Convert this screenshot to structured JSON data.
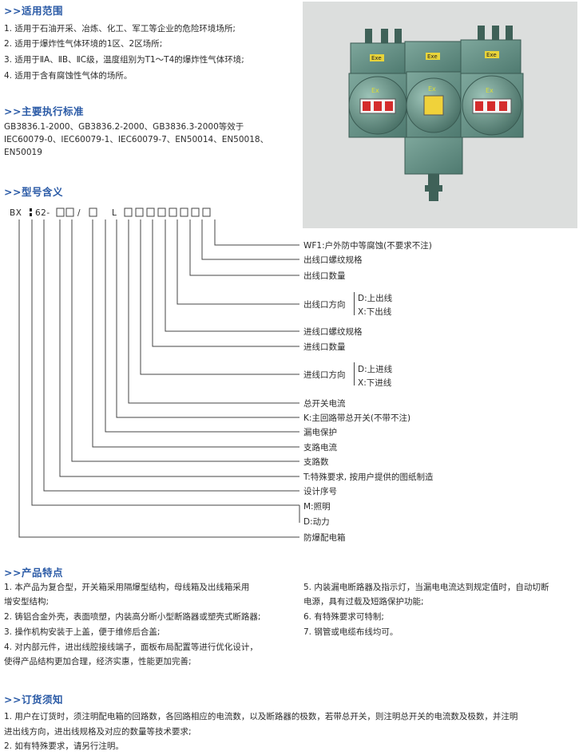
{
  "scope": {
    "heading": ">>适用范围",
    "items": [
      "1. 适用于石油开采、冶炼、化工、军工等企业的危险环境场所;",
      "2. 适用于爆炸性气体环境的1区、2区场所;",
      "3. 适用于ⅡA、ⅡB、ⅡC级，温度组别为T1～T4的爆炸性气体环境;",
      "4. 适用于含有腐蚀性气体的场所。"
    ]
  },
  "standards": {
    "heading": ">>主要执行标准",
    "lines": [
      "GB3836.1-2000、GB3836.2-2000、GB3836.3-2000等效于",
      "IEC60079-0、IEC60079-1、IEC60079-7、EN50014、EN50018、",
      "EN50019"
    ]
  },
  "model": {
    "heading": ">>型号含义",
    "code_bx": "BX",
    "code_62": "62-",
    "code_slash": "/",
    "code_l": "L",
    "labels": {
      "wf1": "WF1:户外防中等腐蚀(不要求不注)",
      "out_thread": "出线口螺纹规格",
      "out_count": "出线口数量",
      "out_dir": "出线口方向",
      "out_d": "D:上出线",
      "out_x": "X:下出线",
      "in_thread": "进线口螺纹规格",
      "in_count": "进线口数量",
      "in_dir": "进线口方向",
      "in_d": "D:上进线",
      "in_x": "X:下进线",
      "main_current": "总开关电流",
      "k_main": "K:主回路带总开关(不带不注)",
      "leak": "漏电保护",
      "branch_current": "支路电流",
      "branch_count": "支路数",
      "t_special": "T:特殊要求, 按用户提供的图纸制造",
      "design_no": "设计序号",
      "m_light": "M:照明",
      "d_power": "D:动力",
      "box": "防爆配电箱"
    }
  },
  "photo": {
    "exe_labels": [
      "Exe",
      "Exe",
      "Exe"
    ],
    "ex_marks": [
      "Ex",
      "Ex",
      "Ex"
    ]
  },
  "features": {
    "heading": ">>产品特点",
    "left": [
      "1. 本产品为复合型，开关箱采用隔爆型结构，母线箱及出线箱采用",
      "    增安型结构;",
      "2. 铸铝合金外壳，表面喷塑，内装高分断小型断路器或塑壳式断路器;",
      "3. 操作机构安装于上盖，便于维修后合盖;",
      "4. 对内部元件，进出线腔接线端子，面板布局配置等进行优化设计，",
      "    使得产品结构更加合理，经济实惠，性能更加完善;"
    ],
    "right": [
      "5. 内装漏电断路器及指示灯，当漏电电流达到规定值时，自动切断",
      "    电源，具有过载及短路保护功能;",
      "6. 有特殊要求可特制;",
      "7. 钢管或电缆布线均可。"
    ]
  },
  "order": {
    "heading": ">>订货须知",
    "lines": [
      "1. 用户在订货时，须注明配电箱的回路数，各回路相应的电流数，以及断路器的极数，若带总开关，则注明总开关的电流数及极数，并注明",
      "    进出线方向，进出线规格及对应的数量等技术要求;",
      "2. 如有特殊要求，请另行注明。"
    ]
  }
}
